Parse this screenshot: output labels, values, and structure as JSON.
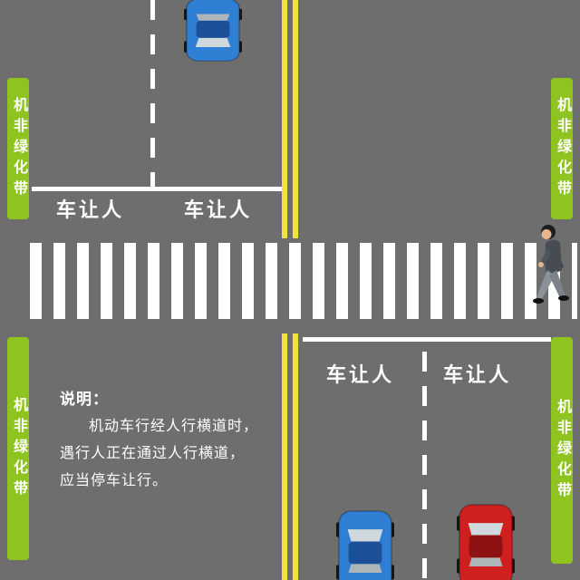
{
  "labels": {
    "green_belt": "机非绿化带",
    "yield": "车让人"
  },
  "explanation": {
    "title": "说明：",
    "lines": [
      "机动车行经人行横道时，",
      "遇行人正在通过人行横道，",
      "应当停车让行。"
    ]
  },
  "colors": {
    "road": "#6e6e6e",
    "green_belt": "#8fc31f",
    "yellow_line": "#f2e33e",
    "marking_white": "#ffffff",
    "text_white": "#ffffff",
    "car_blue": "#2f7fd4",
    "car_blue_roof": "#1b4f97",
    "car_red": "#cf1f1f",
    "car_red_roof": "#8e1212",
    "windshield": "#cfd8dc"
  }
}
